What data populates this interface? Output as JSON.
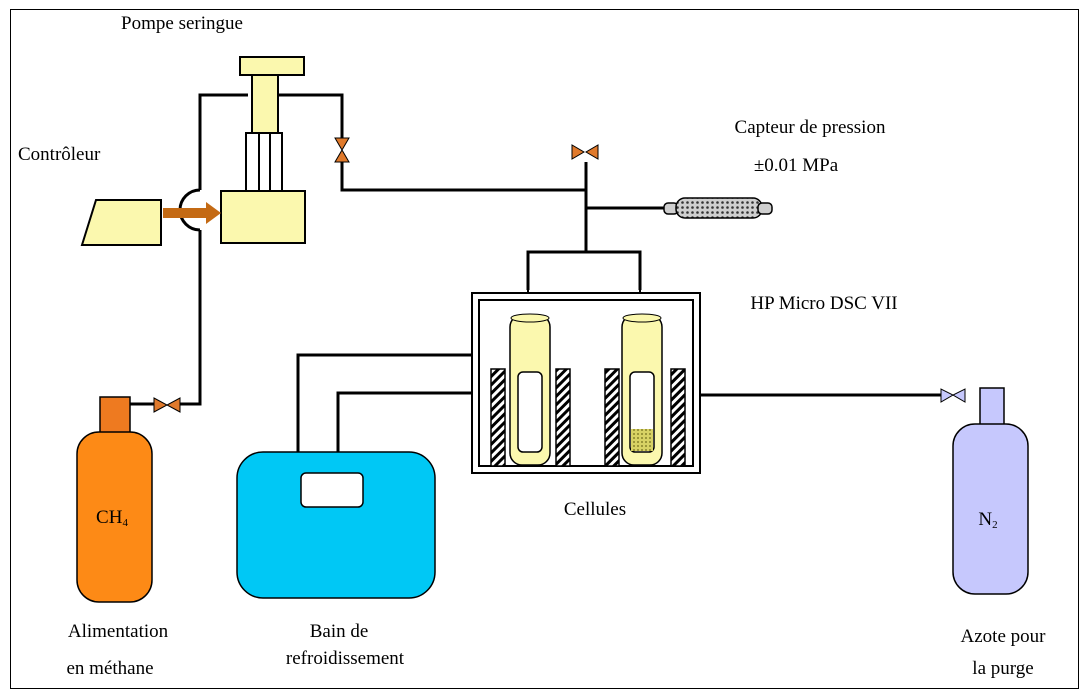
{
  "labels": {
    "syringe_pump": "Pompe  seringue",
    "controller": "Contrôleur",
    "pressure_sensor_line1": "Capteur de pression",
    "pressure_sensor_line2": "±0.01 MPa",
    "dsc": "HP Micro DSC VII",
    "cells": "Cellules",
    "methane_supply_line1": "Alimentation",
    "methane_supply_line2": "en méthane",
    "cooling_bath_line1": "Bain de",
    "cooling_bath_line2": "refroidissement",
    "nitrogen_purge_line1": "Azote pour",
    "nitrogen_purge_line2": "la purge"
  },
  "cylinders": {
    "methane": {
      "symbol": "CH",
      "subscript": "4"
    },
    "nitrogen": {
      "symbol": "N",
      "subscript": "2"
    }
  },
  "colors": {
    "pump_fill": "#fbf8ae",
    "controller_fill": "#fbf8ae",
    "methane_cylinder": "#fd8a16",
    "methane_valve_head": "#ee7a20",
    "nitrogen_cylinder": "#c6c8fd",
    "cooling_bath": "#00c8f5",
    "cell_fill": "#fbf8ae",
    "valve": "#e07a2c",
    "arrow": "#c46a14",
    "sample": "#b9b33e",
    "line": "#000000"
  }
}
